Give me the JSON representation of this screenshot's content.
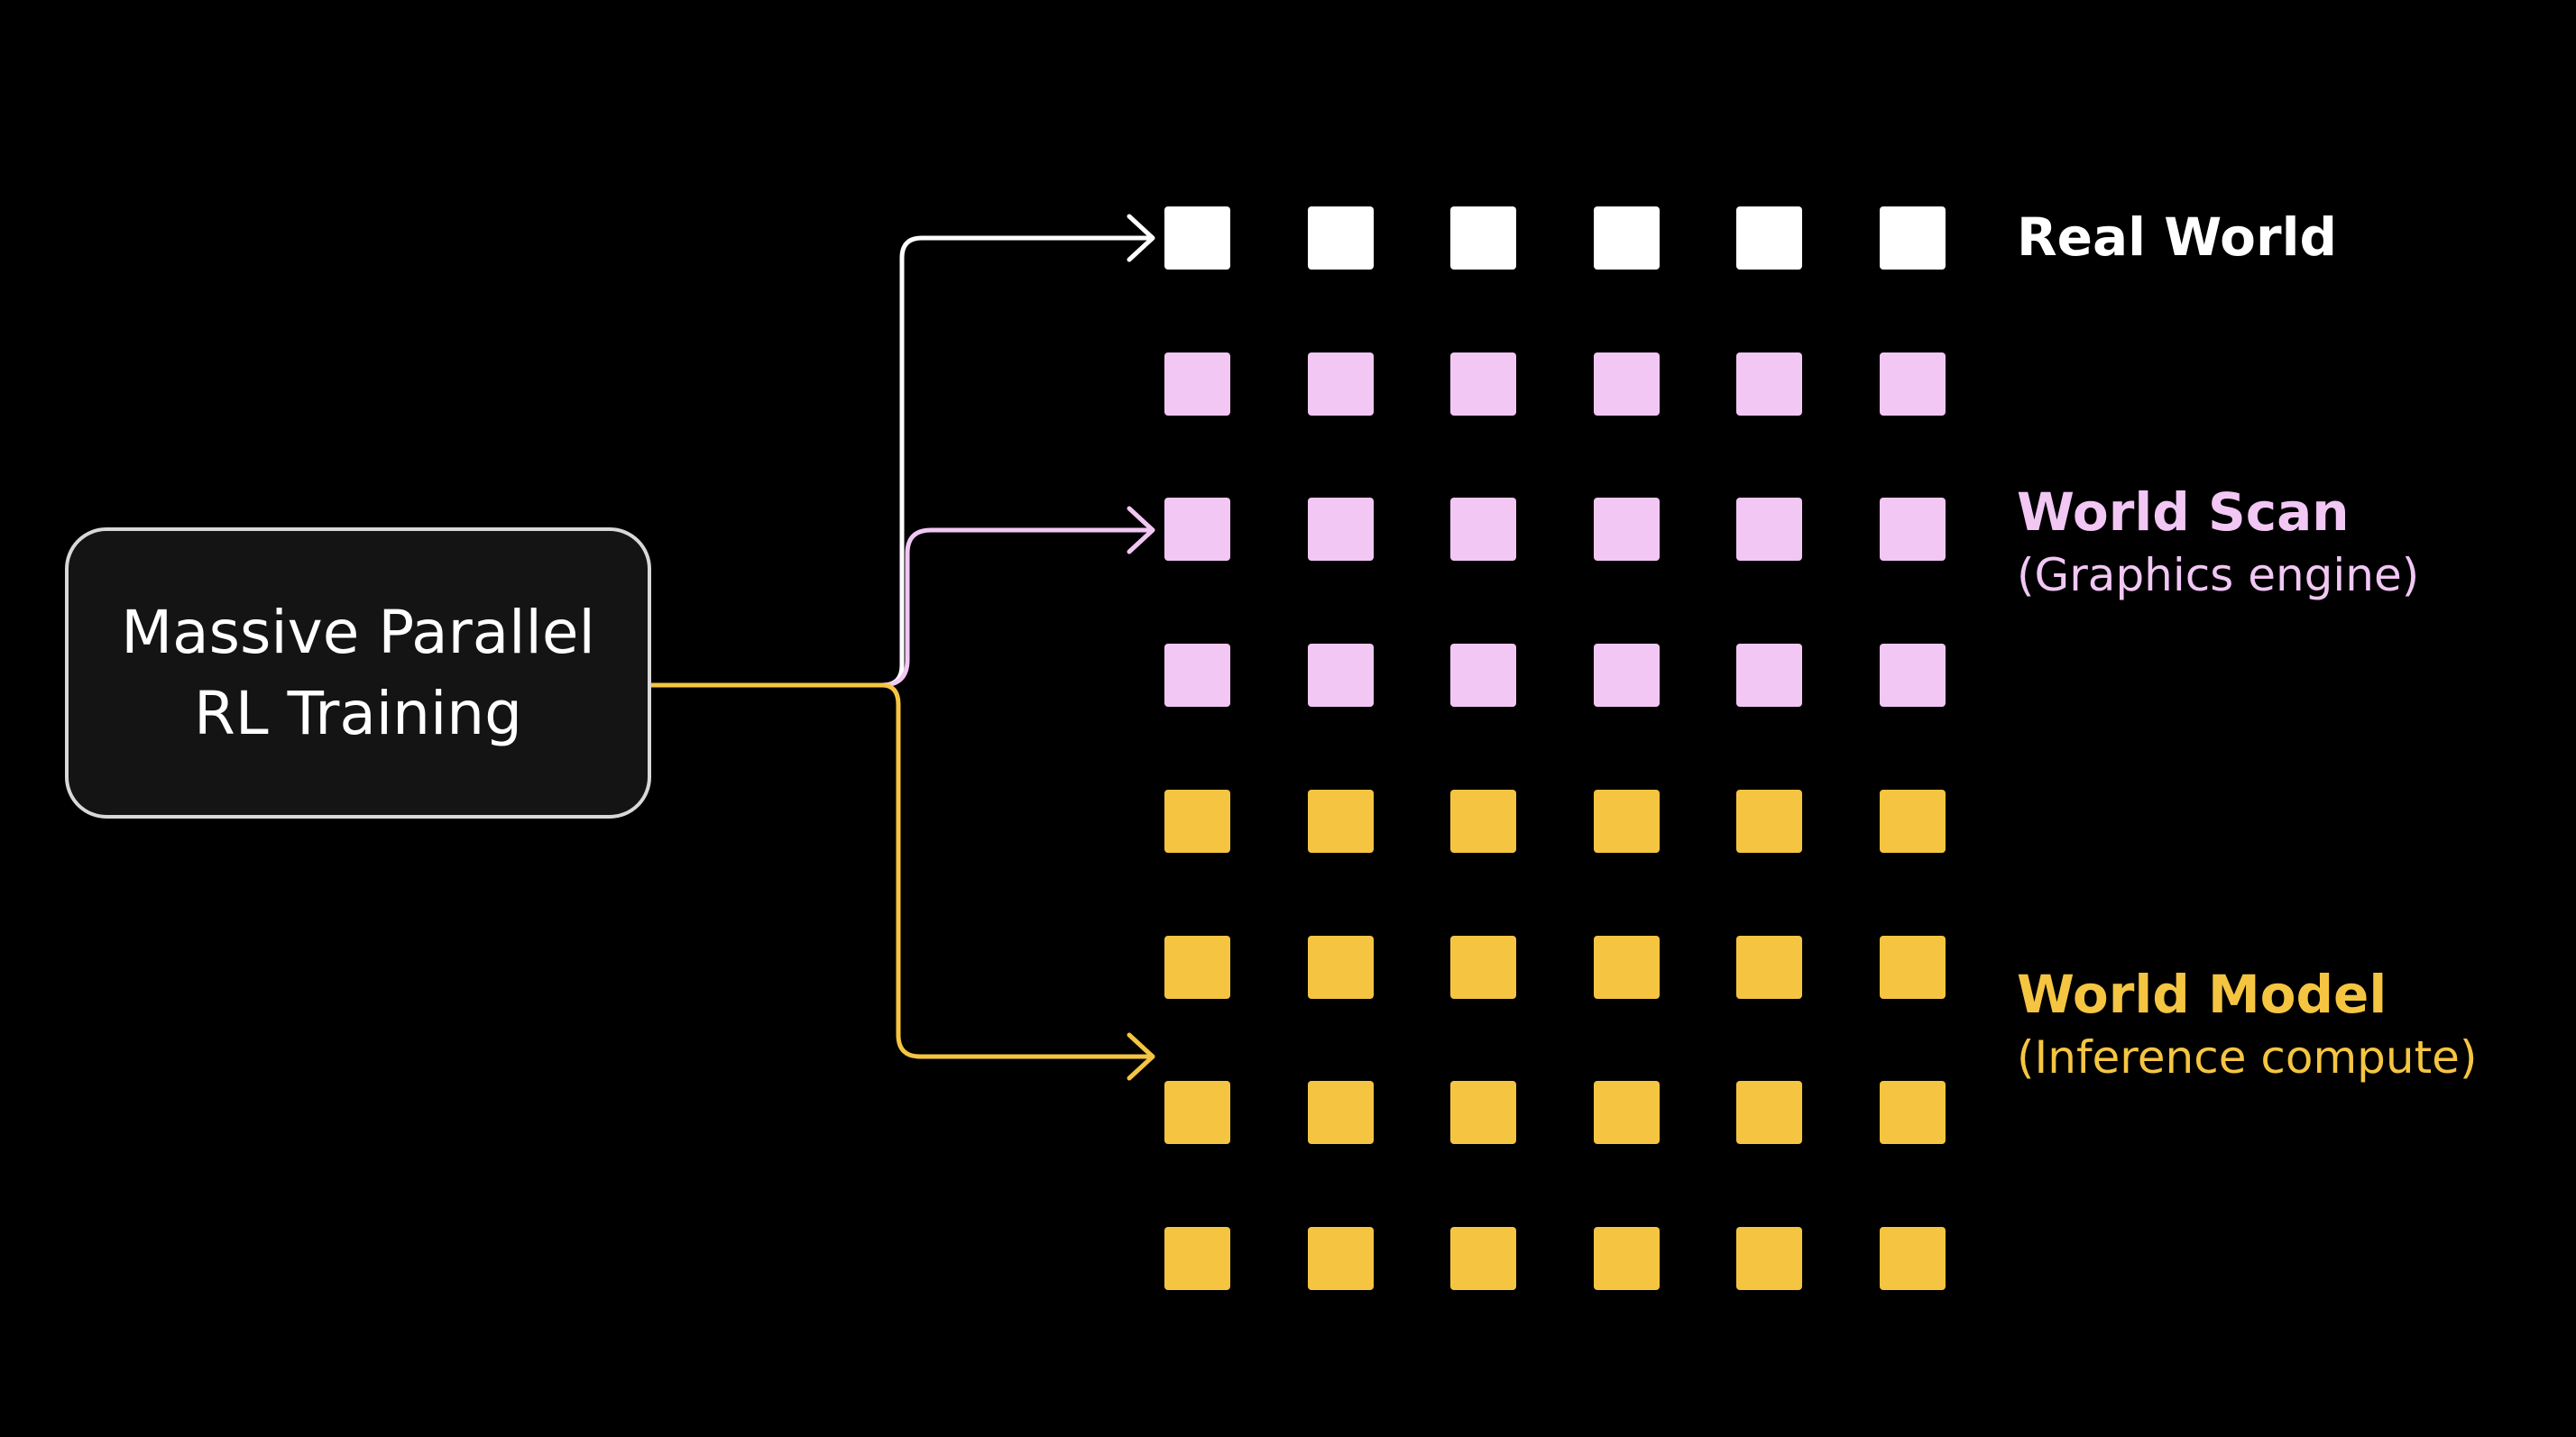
{
  "source": {
    "lines": [
      "Massive Parallel",
      "RL Training"
    ]
  },
  "grid": {
    "columns": 6,
    "rows": [
      {
        "group": "real_world"
      },
      {
        "group": "world_scan"
      },
      {
        "group": "world_scan"
      },
      {
        "group": "world_scan"
      },
      {
        "group": "world_model"
      },
      {
        "group": "world_model"
      },
      {
        "group": "world_model"
      },
      {
        "group": "world_model"
      }
    ]
  },
  "groups": {
    "real_world": {
      "title": "Real World",
      "subtitle": "",
      "color": "#ffffff"
    },
    "world_scan": {
      "title": "World Scan",
      "subtitle": "(Graphics engine)",
      "color": "#f2c7f4"
    },
    "world_model": {
      "title": "World Model",
      "subtitle": "(Inference compute)",
      "color": "#f5c542"
    }
  },
  "connector_color": "#f5c542"
}
